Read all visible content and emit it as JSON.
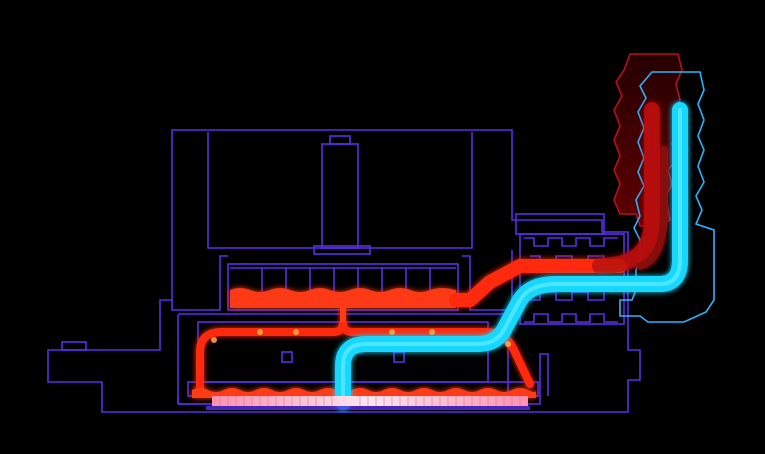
{
  "diagram": {
    "kind": "water-cooling-pump-block-cross-section",
    "colors": {
      "background": "#000000",
      "outline": "#5a2ee6",
      "hot": "#ff2a10",
      "hot_glow": "#ff5a1a",
      "cold": "#14d8ff",
      "cold_core": "#7ef2ff",
      "hot_fitting": "#c8141e",
      "cold_fitting": "#2ab4ff"
    },
    "flows": [
      {
        "name": "hot-flow",
        "color_key": "hot"
      },
      {
        "name": "cold-flow",
        "color_key": "cold"
      }
    ]
  }
}
